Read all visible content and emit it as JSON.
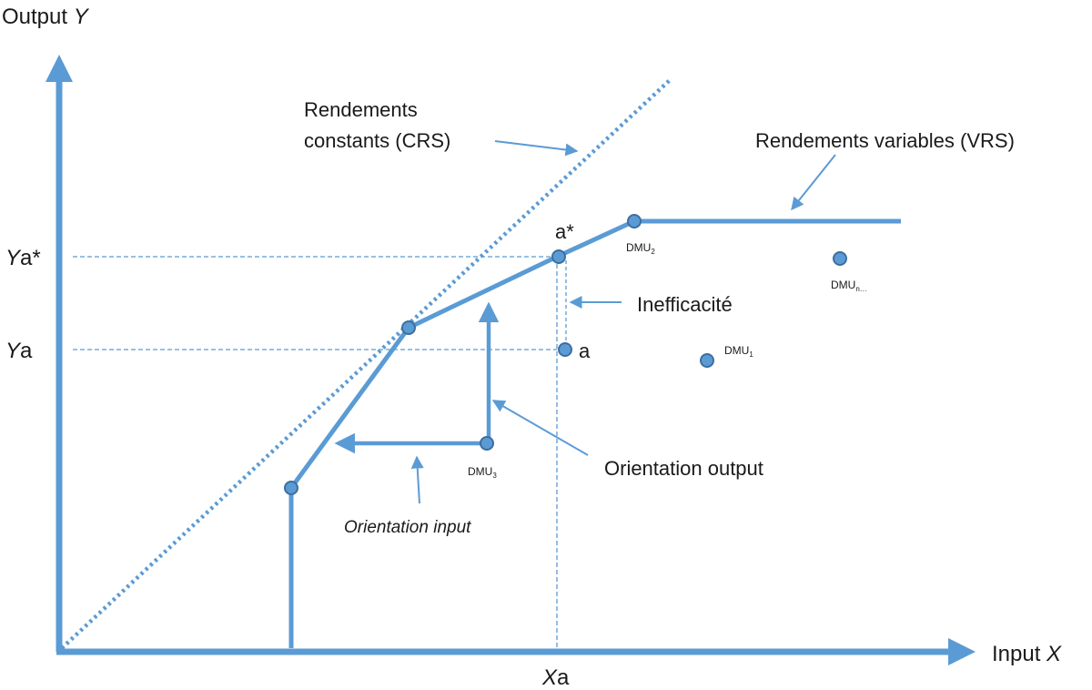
{
  "axes": {
    "y_label_main": "Output ",
    "y_label_var": "Y",
    "x_label_main": "Input ",
    "x_label_var": "X",
    "y_tick_ya_star_var": "Y",
    "y_tick_ya_star_rest": "a*",
    "y_tick_ya_var": "Y",
    "y_tick_ya_rest": "a",
    "x_tick_xa_var": "X",
    "x_tick_xa_rest": "a"
  },
  "annotations": {
    "crs_line1": "Rendements",
    "crs_line2": "constants (CRS)",
    "vrs": "Rendements variables (VRS)",
    "inefficiency": "Inefficacité",
    "orientation_output": "Orientation output",
    "orientation_input": "Orientation input"
  },
  "points": {
    "a_star": "a*",
    "a": "a",
    "dmu1_base": "DMU",
    "dmu1_sub": "1",
    "dmu2_base": "DMU",
    "dmu2_sub": "2",
    "dmu3_base": "DMU",
    "dmu3_sub": "3",
    "dmun_base": "DMU",
    "dmun_sub": "n…"
  },
  "colors": {
    "line": "#5b9bd5",
    "point_fill": "#5b9bd5",
    "point_stroke": "#3d6e9e"
  }
}
